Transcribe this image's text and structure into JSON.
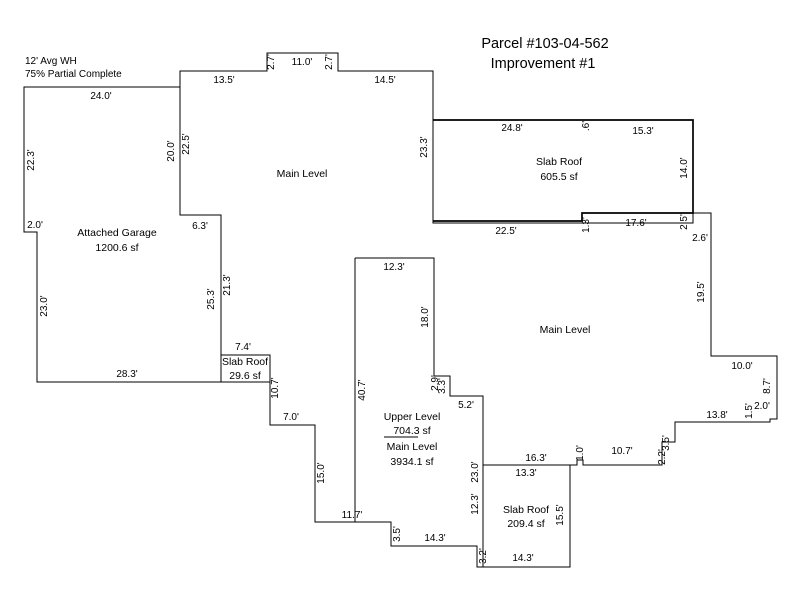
{
  "header": {
    "parcel": "Parcel #103-04-562",
    "improvement": "Improvement #1",
    "wall_height": "12' Avg WH",
    "completion": "75% Partial Complete"
  },
  "areas": {
    "garage": {
      "name": "Attached Garage",
      "size": "1200.6 sf"
    },
    "main_upper": {
      "name": "Main Level"
    },
    "slab_roof_1": {
      "name": "Slab Roof",
      "size": "605.5 sf"
    },
    "slab_roof_2": {
      "name": "Slab Roof",
      "size": "29.6 sf"
    },
    "main_right": {
      "name": "Main Level"
    },
    "upper_level": {
      "name": "Upper Level",
      "size": "704.3 sf"
    },
    "main_total": {
      "name": "Main Level",
      "size": "3934.1 sf"
    },
    "slab_roof_3": {
      "name": "Slab Roof",
      "size": "209.4 sf"
    }
  },
  "dimensions": {
    "d1": "24.0'",
    "d2": "13.5'",
    "d3": "2.7'",
    "d4": "11.0'",
    "d5": "2.7'",
    "d6": "14.5'",
    "d7": "22.3'",
    "d8": "20.0'",
    "d9": "22.5'",
    "d10": "23.3'",
    "d11": "24.8'",
    "d12": ".6'",
    "d13": "15.3'",
    "d14": "14.0'",
    "d15": "2.0'",
    "d16": "6.3'",
    "d17": "22.5'",
    "d18": "1.3'",
    "d19": "17.6'",
    "d20": "2.5'",
    "d21": "2.6'",
    "d22": "23.0'",
    "d23": "25.3'",
    "d24": "21.3'",
    "d25": "12.3'",
    "d26": "18.0'",
    "d27": "19.5'",
    "d28": "7.4'",
    "d29": "28.3'",
    "d30": "10.7'",
    "d31": "40.7'",
    "d32": "2.9'",
    "d33": "3.3'",
    "d34": "10.0'",
    "d35": "8.7'",
    "d36": "5.2'",
    "d37": "7.0'",
    "d38": "2.0'",
    "d39": "1.5'",
    "d40": "13.8'",
    "d41": "3.5'",
    "d42": "10.7'",
    "d43": "1.0'",
    "d44": "2.2'",
    "d45": "16.3'",
    "d46": "23.0'",
    "d47": "13.3'",
    "d48": "15.0'",
    "d49": "12.3'",
    "d50": "11.7'",
    "d51": "15.5'",
    "d52": "3.5'",
    "d53": "14.3'",
    "d54": "3.2'",
    "d55": "14.3'"
  }
}
